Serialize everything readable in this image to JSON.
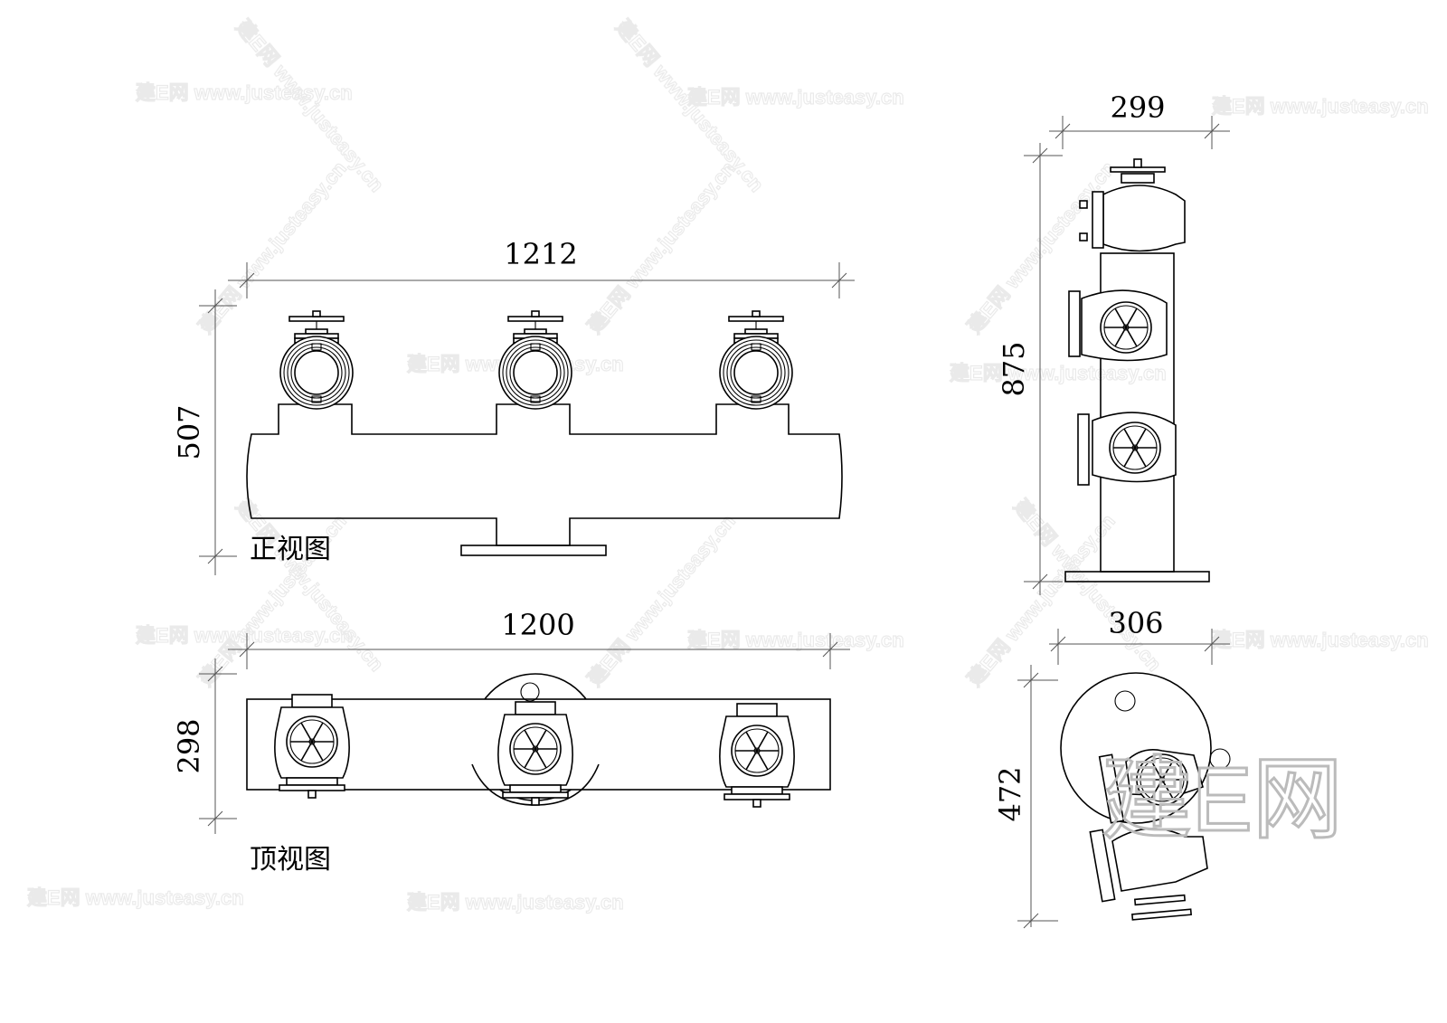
{
  "front_view": {
    "label": "正视图",
    "width_dim": "1212",
    "height_dim": "507"
  },
  "top_view": {
    "label": "顶视图",
    "width_dim": "1200",
    "height_dim": "298"
  },
  "side_view": {
    "width_dim": "299",
    "height_dim": "875"
  },
  "bottom_view": {
    "width_dim": "306",
    "height_dim": "472"
  },
  "watermark": {
    "text": "建E网 www.justeasy.cn",
    "logo": "建E网"
  }
}
